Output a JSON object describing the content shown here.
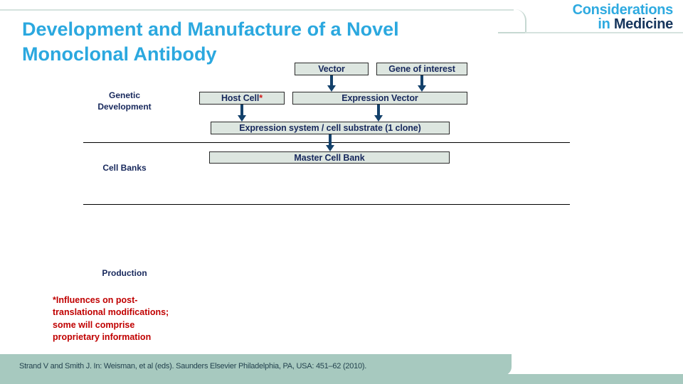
{
  "header": {
    "logo_line1": "Considerations",
    "logo_line2_in": "in",
    "logo_line2_medicine": "Medicine"
  },
  "title": "Development and Manufacture of a Novel Monoclonal Antibody",
  "stages": [
    {
      "id": "genetic",
      "label": "Genetic\nDevelopment"
    },
    {
      "id": "cell-banks",
      "label": "Cell Banks"
    },
    {
      "id": "production",
      "label": "Production"
    }
  ],
  "stage_labels": {
    "genetic_line1": "Genetic",
    "genetic_line2": "Development",
    "cell_banks": "Cell Banks",
    "production": "Production"
  },
  "flow": {
    "boxes": [
      {
        "id": "vector",
        "label": "Vector"
      },
      {
        "id": "gene",
        "label": "Gene of interest"
      },
      {
        "id": "host-cell",
        "label": "Host Cell",
        "asterisk": "*"
      },
      {
        "id": "expression-vector",
        "label": "Expression Vector"
      },
      {
        "id": "expression-system",
        "label": "Expression system / cell substrate (1 clone)"
      },
      {
        "id": "master-cell-bank",
        "label": "Master Cell Bank"
      }
    ]
  },
  "footnote": {
    "line1": "*Influences on post-",
    "line2": "translational modifications;",
    "line3": "some will comprise",
    "line4": "proprietary information",
    "full": "*Influences on post-translational modifications; some will comprise proprietary information"
  },
  "citation": "Strand V and Smith J. In: Weisman, et al (eds). Saunders Elsevier Philadelphia, PA, USA: 451–62 (2010).",
  "colors": {
    "title_blue": "#2ba8df",
    "logo_blue": "#2eaae0",
    "logo_navy": "#17365d",
    "box_fill": "#dde6e0",
    "box_border": "#2b2b2b",
    "box_text": "#17285c",
    "arrow": "#13416b",
    "footnote_red": "#c00000",
    "cite_bar": "#a7c9bf",
    "cite_text": "#24434f",
    "asterisk_red": "#d01a1a"
  }
}
